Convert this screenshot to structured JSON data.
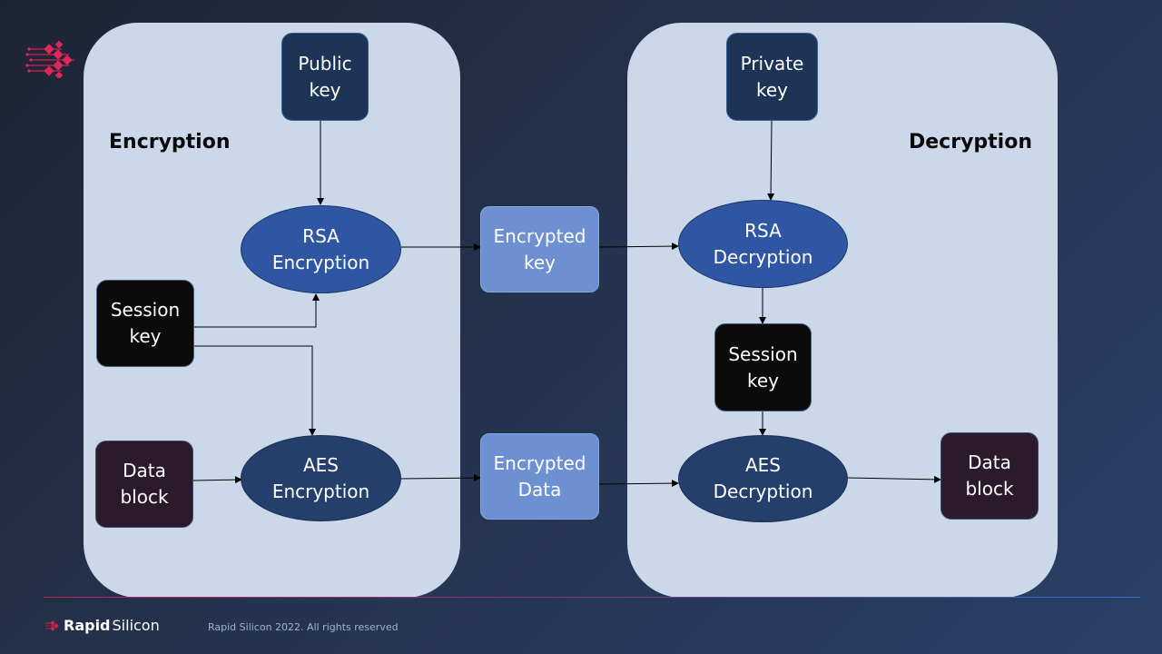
{
  "panels": {
    "encryption": {
      "title": "Encryption"
    },
    "decryption": {
      "title": "Decryption"
    }
  },
  "nodes": {
    "public_key": "Public\nkey",
    "rsa_encryption": "RSA\nEncryption",
    "session_key_enc": "Session\nkey",
    "aes_encryption": "AES\nEncryption",
    "data_block_in": "Data\nblock",
    "encrypted_key": "Encrypted\nkey",
    "encrypted_data": "Encrypted\nData",
    "private_key": "Private\nkey",
    "rsa_decryption": "RSA\nDecryption",
    "session_key_dec": "Session\nkey",
    "aes_decryption": "AES\nDecryption",
    "data_block_out": "Data\nblock"
  },
  "footer": {
    "brand_part1": "Rapid",
    "brand_part2": "Silicon",
    "copyright": "Rapid Silicon 2022. All rights reserved"
  },
  "colors": {
    "accent_red": "#c2224e",
    "accent_blue": "#3a6fd0",
    "panel_bg": "#cbd8ea"
  }
}
